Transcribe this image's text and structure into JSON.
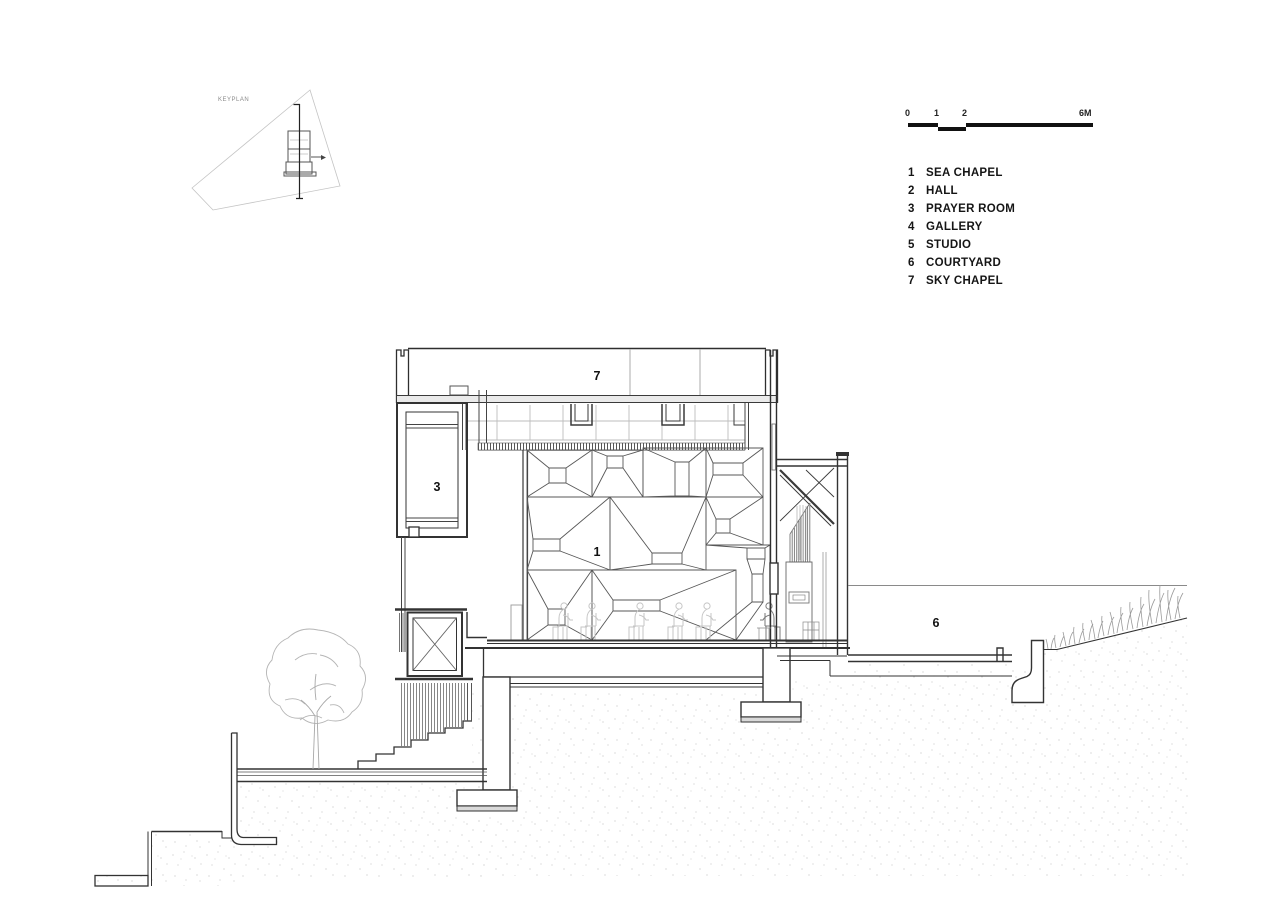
{
  "keyplan": {
    "title": "KEYPLAN"
  },
  "scalebar": {
    "labels": [
      "0",
      "1",
      "2",
      "6M"
    ]
  },
  "legend": {
    "items": [
      {
        "num": "1",
        "name": "SEA CHAPEL"
      },
      {
        "num": "2",
        "name": "HALL"
      },
      {
        "num": "3",
        "name": "PRAYER ROOM"
      },
      {
        "num": "4",
        "name": "GALLERY"
      },
      {
        "num": "5",
        "name": "STUDIO"
      },
      {
        "num": "6",
        "name": "COURTYARD"
      },
      {
        "num": "7",
        "name": "SKY CHAPEL"
      }
    ]
  },
  "plan_labels": {
    "sky_chapel": "7",
    "prayer_room": "3",
    "sea_chapel": "1",
    "courtyard": "6"
  }
}
